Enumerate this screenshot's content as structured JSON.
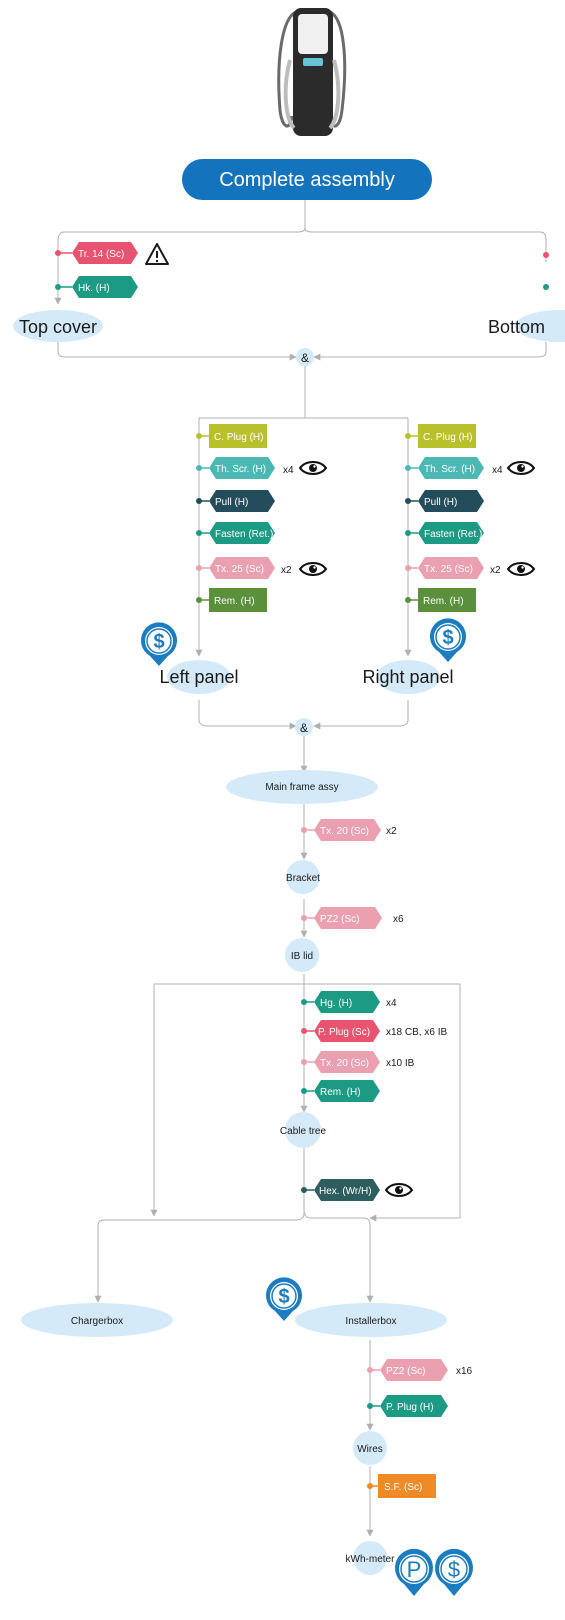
{
  "title": "Complete assembly",
  "top_cover": {
    "name": "Top cover",
    "tags": [
      {
        "label": "Tr. 14 (Sc)",
        "color": "#e8546f",
        "warn": true
      },
      {
        "label": "Hk. (H)",
        "color": "#1d9a84"
      }
    ]
  },
  "bottom": {
    "name": "Bottom"
  },
  "and_label": "&",
  "left_panel": {
    "name": "Left panel",
    "tags": [
      {
        "label": "C. Plug (H)",
        "color": "#b8c12b",
        "shape": "rect"
      },
      {
        "label": "Th. Scr. (H)",
        "color": "#4bb8b4",
        "shape": "hex",
        "note": "x4",
        "eye": true
      },
      {
        "label": "Pull (H)",
        "color": "#244d5c",
        "shape": "hex"
      },
      {
        "label": "Fasten (Ret.)",
        "color": "#1d9a84",
        "shape": "hex"
      },
      {
        "label": "Tx. 25 (Sc)",
        "color": "#eaa0ae",
        "shape": "hex",
        "note": "x2",
        "eye": true
      },
      {
        "label": "Rem. (H)",
        "color": "#5a8f3c",
        "shape": "rect"
      }
    ]
  },
  "right_panel": {
    "name": "Right panel",
    "tags": [
      {
        "label": "C. Plug (H)",
        "color": "#b8c12b",
        "shape": "rect"
      },
      {
        "label": "Th. Scr. (H)",
        "color": "#4bb8b4",
        "shape": "hex",
        "note": "x4",
        "eye": true
      },
      {
        "label": "Pull (H)",
        "color": "#244d5c",
        "shape": "hex"
      },
      {
        "label": "Fasten (Ret.)",
        "color": "#1d9a84",
        "shape": "hex"
      },
      {
        "label": "Tx. 25 (Sc)",
        "color": "#eaa0ae",
        "shape": "hex",
        "note": "x2",
        "eye": true
      },
      {
        "label": "Rem. (H)",
        "color": "#5a8f3c",
        "shape": "rect"
      }
    ]
  },
  "main_frame": {
    "name": "Main frame assy",
    "tags": [
      {
        "label": "Tx. 20 (Sc)",
        "color": "#eaa0ae",
        "note": "x2"
      }
    ]
  },
  "bracket": {
    "name": "Bracket",
    "tags": [
      {
        "label": "PZ2 (Sc)",
        "color": "#eaa0ae",
        "note": "x6"
      }
    ]
  },
  "ib_lid": {
    "name": "IB lid"
  },
  "cable_tree": {
    "name": "Cable tree",
    "tags": [
      {
        "label": "Hg. (H)",
        "color": "#1d9a84",
        "note": "x4"
      },
      {
        "label": "P. Plug (Sc)",
        "color": "#e8546f",
        "note": "x18 CB, x6 IB"
      },
      {
        "label": "Tx. 20 (Sc)",
        "color": "#eaa0ae",
        "note": "x10 IB"
      },
      {
        "label": "Rem. (H)",
        "color": "#1d9a84"
      }
    ],
    "after_tag": {
      "label": "Hex. (Wr/H)",
      "color": "#2e5d5f",
      "eye": true
    }
  },
  "chargerbox": {
    "name": "Chargerbox"
  },
  "installerbox": {
    "name": "Installerbox",
    "tags": [
      {
        "label": "PZ2 (Sc)",
        "color": "#eaa0ae",
        "note": "x16"
      }
    ]
  },
  "wires": {
    "name": "Wires",
    "tags_before": [
      {
        "label": "P. Plug (H)",
        "color": "#1d9a84"
      }
    ],
    "tags_after": [
      {
        "label": "S.F. (Sc)",
        "color": "#ee8a27",
        "shape": "rect"
      }
    ]
  },
  "kwh_meter": {
    "name": "kWh-meter"
  },
  "colors": {
    "title_bg": "#1473bd",
    "node_bg": "#d4eaf8",
    "line": "#b0b0b0",
    "money_icon": "#1c7cc2"
  },
  "icons": {
    "product": "ev-charger-icon",
    "money": "money-pin-icon",
    "parking": "parking-pin-icon",
    "eye": "eye-icon",
    "warning": "warning-icon"
  }
}
